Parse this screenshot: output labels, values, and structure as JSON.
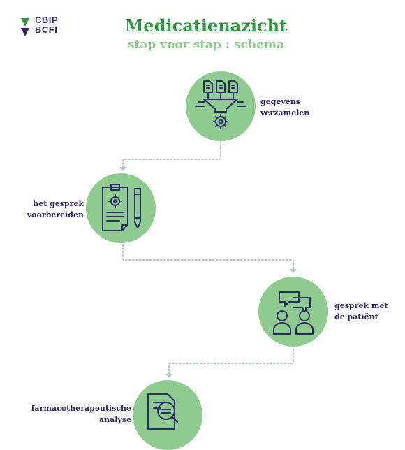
{
  "brand": {
    "line1": "CBIP",
    "line2": "BCFI"
  },
  "header": {
    "title": "Medicatienazicht",
    "subtitle": "stap voor stap : schema"
  },
  "steps": [
    {
      "label_line1": "gegevens",
      "label_line2": "verzamelen",
      "icon": "data-funnel-icon"
    },
    {
      "label_line1": "het gesprek",
      "label_line2": "voorbereiden",
      "icon": "clipboard-pencil-icon"
    },
    {
      "label_line1": "gesprek met",
      "label_line2": "de patiënt",
      "icon": "conversation-people-icon"
    },
    {
      "label_line1": "farmacotherapeutische",
      "label_line2": "analyse",
      "icon": "document-magnifier-icon"
    }
  ],
  "colors": {
    "title_green": "#2f9a44",
    "subtitle_green": "#8fc98e",
    "circle_green": "#8ecb8e",
    "navy": "#2c2a6b",
    "connector": "#b9c2cc"
  }
}
